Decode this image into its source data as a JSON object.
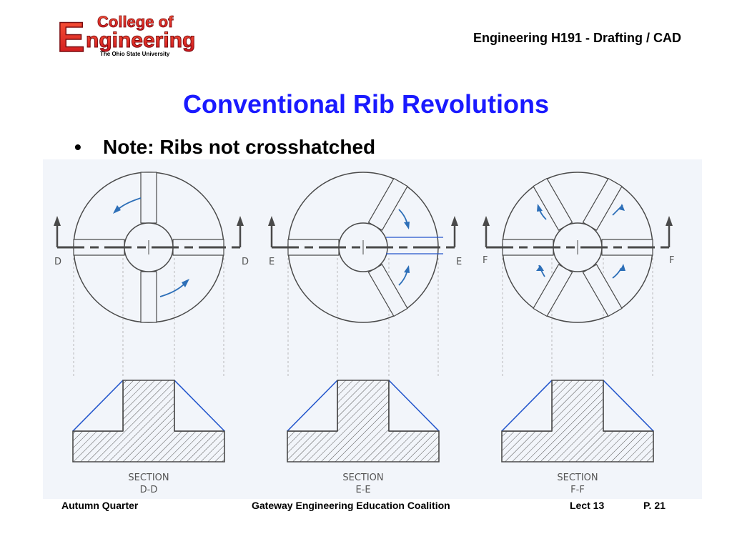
{
  "header": {
    "logo": {
      "initial": "E",
      "college_text": "College of",
      "engineering_text": "ngineering",
      "university_text": "The Ohio State University"
    },
    "course_title": "Engineering H191  - Drafting / CAD"
  },
  "slide": {
    "title": "Conventional Rib Revolutions",
    "bullet": "Note: Ribs not crosshatched"
  },
  "figure": {
    "views": [
      {
        "key": "D",
        "left_label": "D",
        "right_label": "D",
        "section_word": "SECTION",
        "section_id": "D-D",
        "rib_count": 4
      },
      {
        "key": "E",
        "left_label": "E",
        "right_label": "E",
        "section_word": "SECTION",
        "section_id": "E-E",
        "rib_count": 3
      },
      {
        "key": "F",
        "left_label": "F",
        "right_label": "F",
        "section_word": "SECTION",
        "section_id": "F-F",
        "rib_count": 6
      }
    ],
    "colors": {
      "linework": "#4a4a4a",
      "rotation_arrows": "#2d6fb8",
      "revolved_rib_outline": "#2255cc",
      "background": "#f2f5fa"
    }
  },
  "footer": {
    "left": "Autumn Quarter",
    "center": "Gateway Engineering Education Coalition",
    "lecture": "Lect 13",
    "page": "P. 21"
  }
}
